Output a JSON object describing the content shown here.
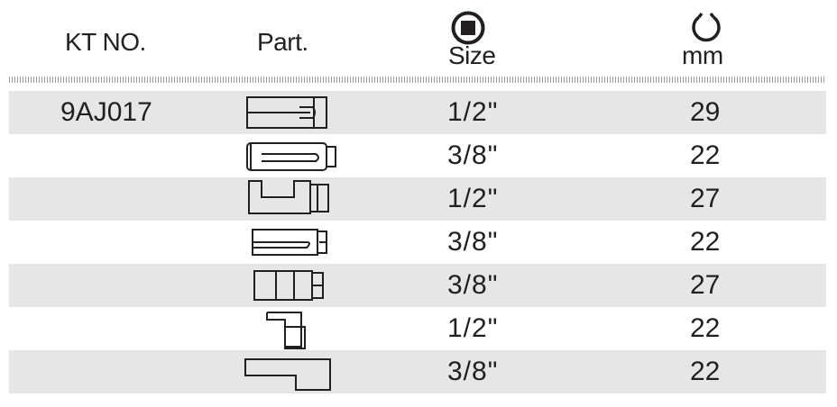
{
  "header": {
    "kt_label": "KT NO.",
    "part_label": "Part.",
    "size_label": "Size",
    "size_icon": "square-drive-icon",
    "mm_label": "mm",
    "mm_icon": "socket-opening-icon"
  },
  "colors": {
    "text": "#231f20",
    "row_shade": "#e6e6e7",
    "hatch": "#9d9d9d"
  },
  "rows": [
    {
      "kt": "9AJ017",
      "part_icon": "slotted-socket-icon",
      "size": "1/2\"",
      "mm": "29"
    },
    {
      "kt": "",
      "part_icon": "slotted-socket-rounded-icon",
      "size": "3/8\"",
      "mm": "22"
    },
    {
      "kt": "",
      "part_icon": "u-notch-socket-icon",
      "size": "1/2\"",
      "mm": "27"
    },
    {
      "kt": "",
      "part_icon": "slotted-socket-hex-icon",
      "size": "3/8\"",
      "mm": "22"
    },
    {
      "kt": "",
      "part_icon": "segmented-socket-icon",
      "size": "3/8\"",
      "mm": "27"
    },
    {
      "kt": "",
      "part_icon": "offset-block-icon",
      "size": "1/2\"",
      "mm": "22"
    },
    {
      "kt": "",
      "part_icon": "offset-wrench-icon",
      "size": "3/8\"",
      "mm": "22"
    }
  ]
}
